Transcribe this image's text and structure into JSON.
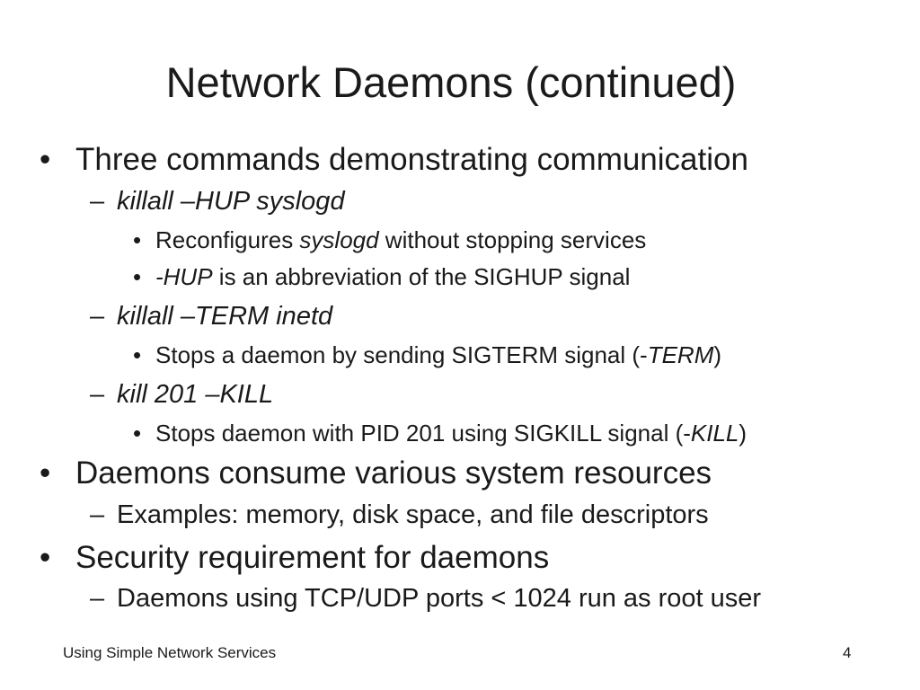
{
  "slide": {
    "title": "Network Daemons (continued)",
    "bullets": [
      {
        "marker": "•",
        "text": "Three commands demonstrating communication",
        "children": [
          {
            "marker": "–",
            "text": "killall –HUP syslogd",
            "children": [
              {
                "marker": "•",
                "pre": "Reconfigures ",
                "em": "syslogd",
                "post": " without stopping services"
              },
              {
                "marker": "•",
                "pre": "",
                "em": "-HUP",
                "post": " is an abbreviation of the SIGHUP signal"
              }
            ]
          },
          {
            "marker": "–",
            "text": "killall –TERM inetd",
            "children": [
              {
                "marker": "•",
                "pre": "Stops a daemon by sending SIGTERM signal (-",
                "em": "TERM",
                "post": ")"
              }
            ]
          },
          {
            "marker": "–",
            "text": "kill 201 –KILL",
            "children": [
              {
                "marker": "•",
                "pre": "Stops daemon with PID 201 using SIGKILL signal (-",
                "em": "KILL",
                "post": ")"
              }
            ]
          }
        ]
      },
      {
        "marker": "•",
        "text": "Daemons consume various system resources",
        "children": [
          {
            "marker": "–",
            "text": "Examples: memory, disk space, and file descriptors"
          }
        ]
      },
      {
        "marker": "•",
        "text": "Security requirement for daemons",
        "children": [
          {
            "marker": "–",
            "text": "Daemons using TCP/UDP ports < 1024 run as root user"
          }
        ]
      }
    ]
  },
  "footer": {
    "left": "Using Simple Network Services",
    "page_number": "4"
  }
}
